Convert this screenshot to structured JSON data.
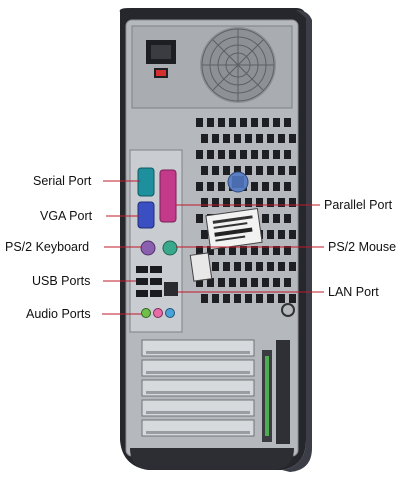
{
  "diagram": {
    "subject": "Desktop tower computer rear panel",
    "labels_left": [
      {
        "id": "serial",
        "text": "Serial Port"
      },
      {
        "id": "vga",
        "text": "VGA Port"
      },
      {
        "id": "ps2kb",
        "text": "PS/2 Keyboard"
      },
      {
        "id": "usb",
        "text": "USB Ports"
      },
      {
        "id": "audio",
        "text": "Audio Ports"
      }
    ],
    "labels_right": [
      {
        "id": "parallel",
        "text": "Parallel Port"
      },
      {
        "id": "ps2mouse",
        "text": "PS/2 Mouse"
      },
      {
        "id": "lan",
        "text": "LAN Port"
      }
    ],
    "colors": {
      "case_dark": "#23252b",
      "panel_metal": "#b8bcc0",
      "leader_line": "#c0182a",
      "serial_teal": "#1e8f9c",
      "vga_blue": "#3a4fc2",
      "parallel_magenta": "#c43a8a",
      "ps2_keyboard": "#8b5fb0",
      "ps2_mouse": "#3aa88c",
      "audio_green": "#6fbf4a",
      "audio_pink": "#e86aa6",
      "audio_blue": "#49a3d8"
    }
  }
}
